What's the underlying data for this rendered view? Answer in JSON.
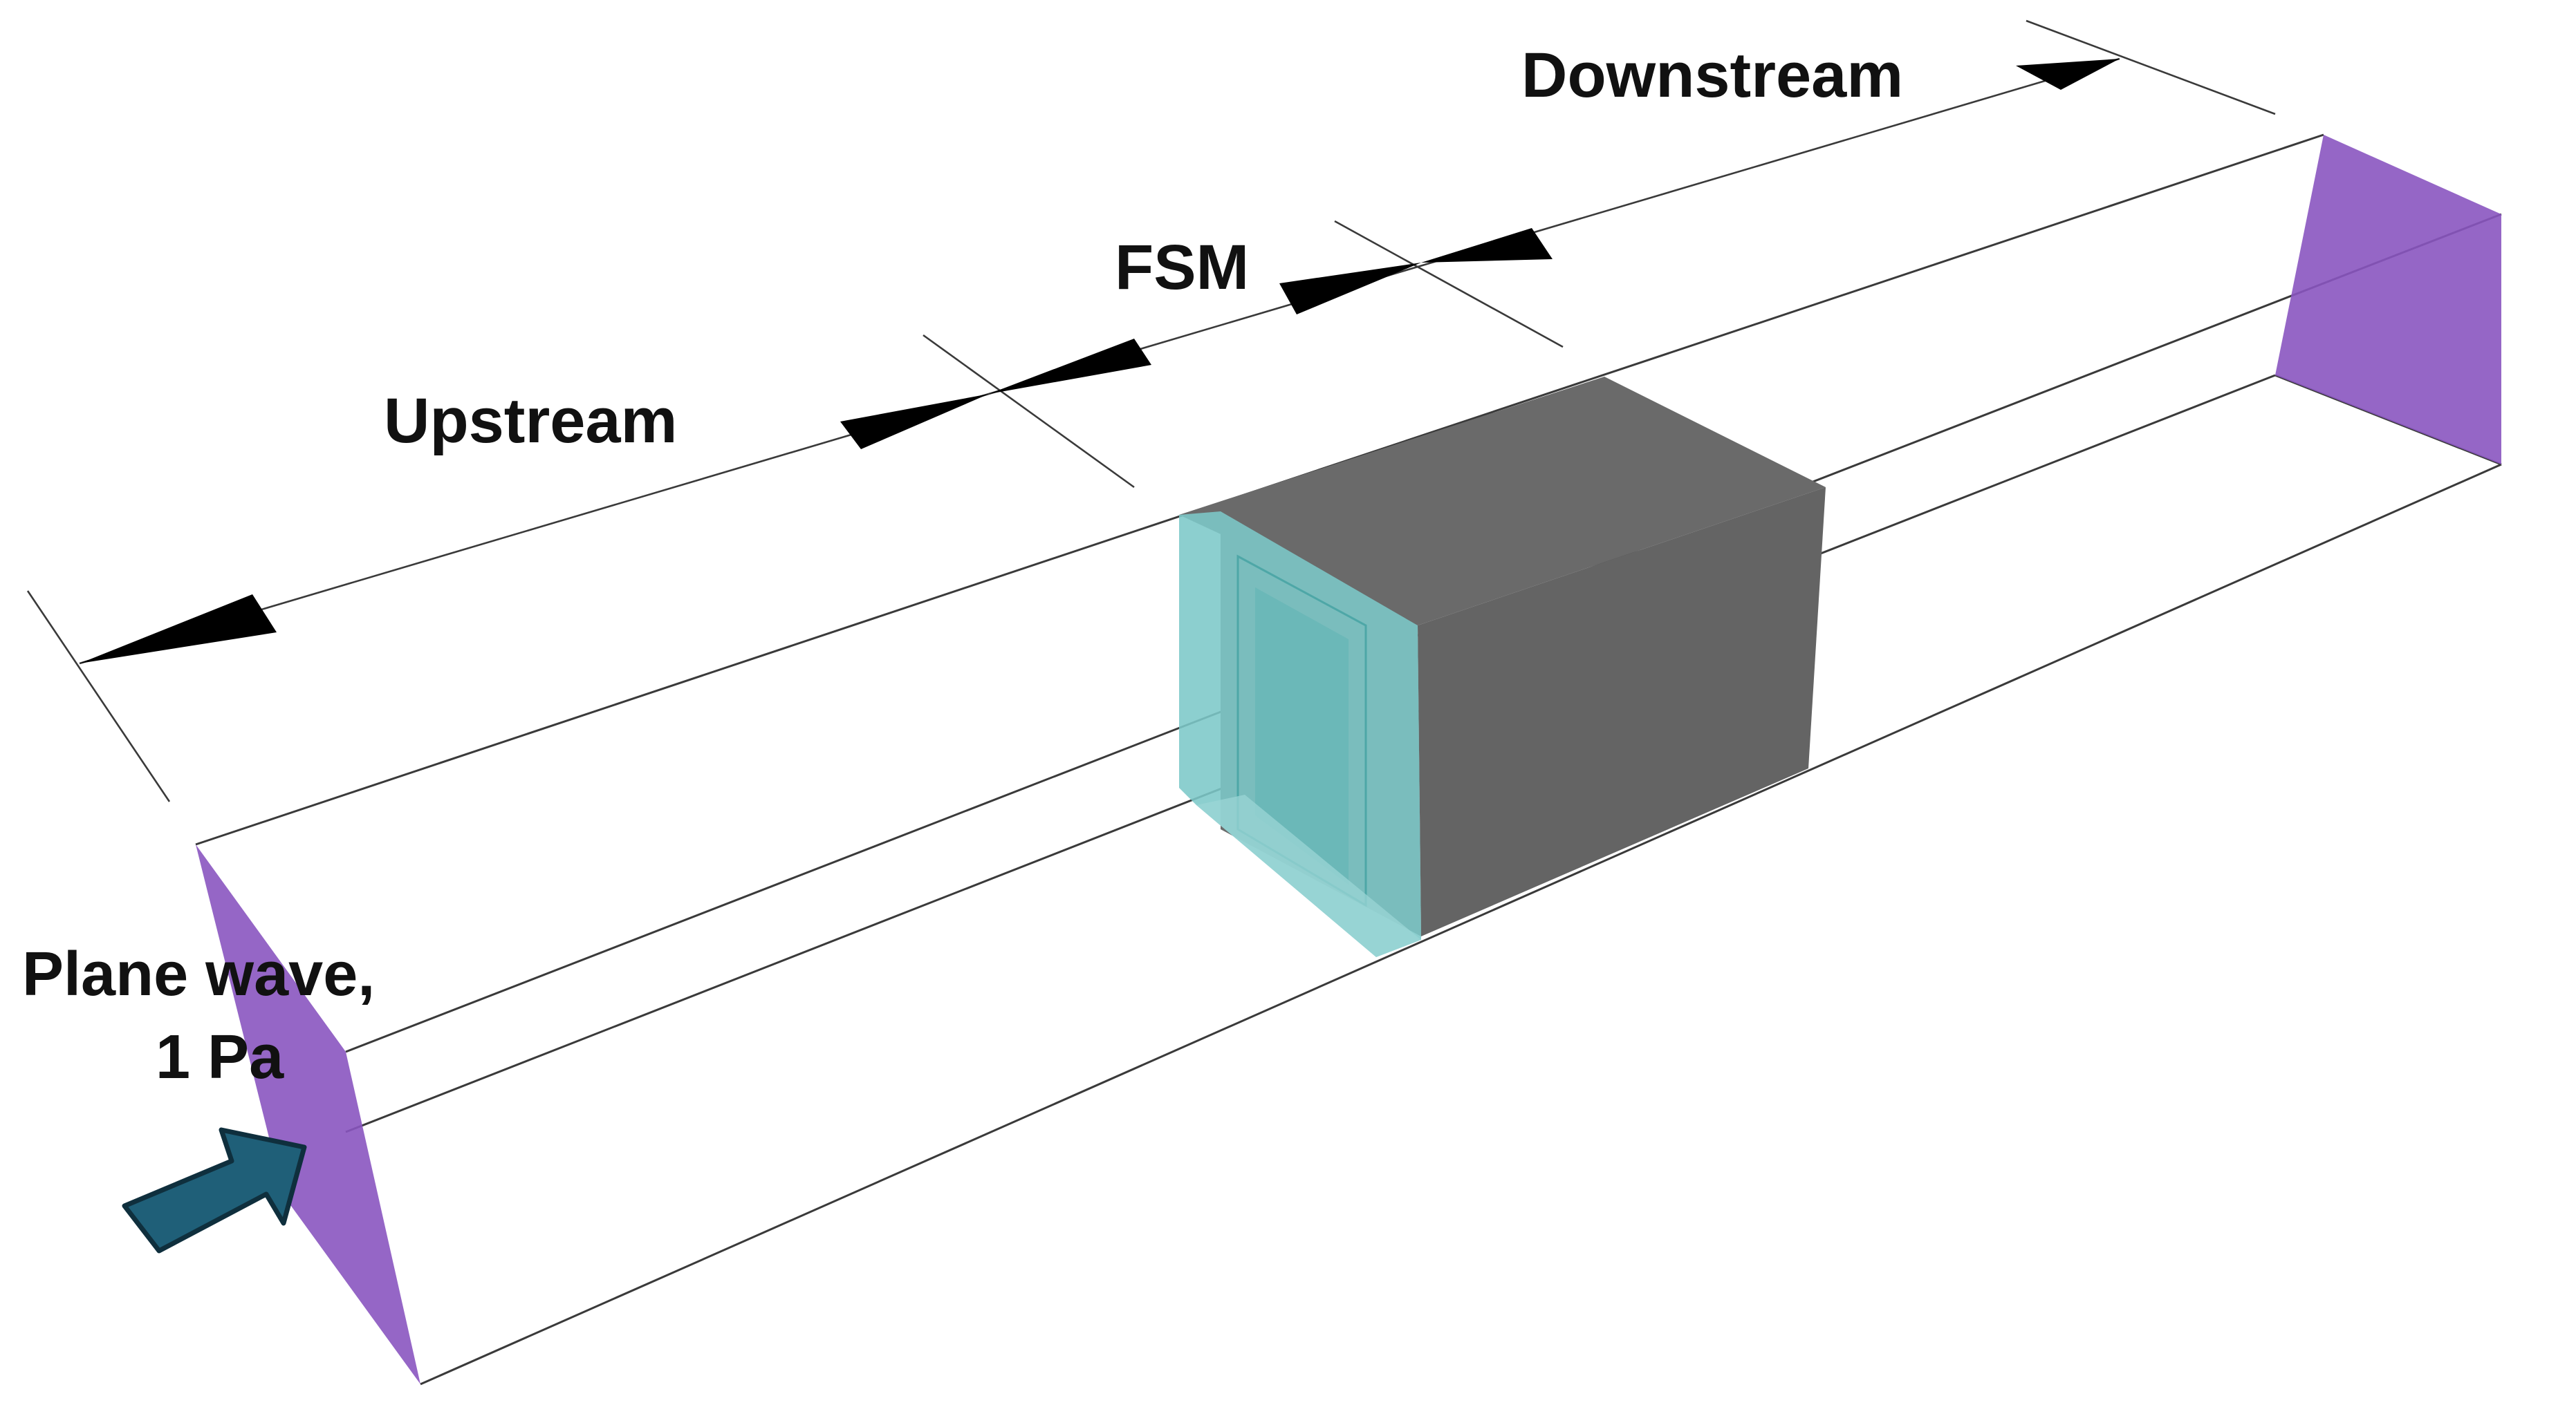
{
  "labels": {
    "upstream": "Upstream",
    "fsm": "FSM",
    "downstream": "Downstream",
    "source_line1": "Plane wave,",
    "source_line2": "1 Pa"
  },
  "colors": {
    "port": "#8a55c0",
    "fsm_front": "#7cc8c8",
    "fsm_block": "#696969",
    "arrow_fill": "#1f5f78",
    "arrow_stroke": "#0f2f3d",
    "text": "#111111"
  },
  "icons": {
    "source_arrow": "arrow-right-icon"
  }
}
